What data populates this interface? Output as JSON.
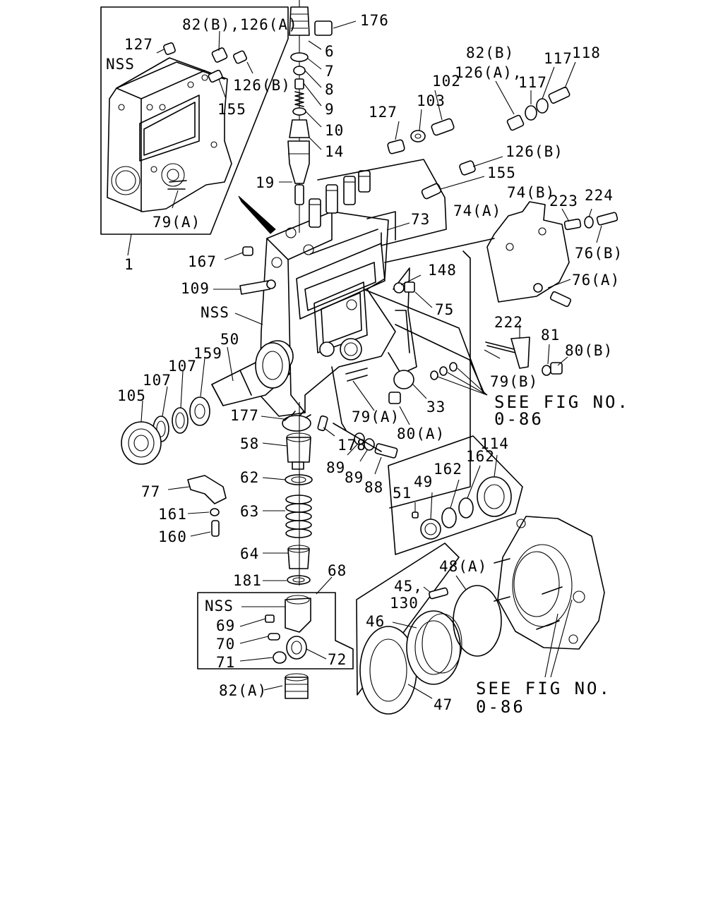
{
  "labels": {
    "l176": "176",
    "l82b_126a_top": "82(B),126(A)",
    "l127_top": "127",
    "l6": "6",
    "lnss_top": "NSS",
    "l7": "7",
    "l126b_top": "126(B)",
    "l8": "8",
    "l155_top": "155",
    "l9": "9",
    "l10": "10",
    "l14": "14",
    "l19": "19",
    "l79a_top": "79(A)",
    "l1": "1",
    "l82b_right": "82(B)",
    "l126a_right": "126(A),",
    "l117a": "117",
    "l117b": "117",
    "l118": "118",
    "l102": "102",
    "l103": "103",
    "l127_mid": "127",
    "l126b_right": "126(B)",
    "l155_right": "155",
    "l74b": "74(B)",
    "l223": "223",
    "l224": "224",
    "l74a": "74(A)",
    "l73": "73",
    "l76b": "76(B)",
    "l167": "167",
    "l76a": "76(A)",
    "l148": "148",
    "l109": "109",
    "l75": "75",
    "lnss_mid": "NSS",
    "l222": "222",
    "l81": "81",
    "l80b": "80(B)",
    "l50": "50",
    "l159": "159",
    "l107a": "107",
    "l107b": "107",
    "l105": "105",
    "l79b": "79(B)",
    "l33": "33",
    "l79a_mid": "79(A)",
    "l80a": "80(A)",
    "l177": "177",
    "l178": "178",
    "l58": "58",
    "l89a": "89",
    "l89b": "89",
    "l88": "88",
    "l62": "62",
    "l114": "114",
    "l162a": "162",
    "l162b": "162",
    "l49": "49",
    "l51": "51",
    "l77": "77",
    "l161": "161",
    "l63": "63",
    "l160": "160",
    "l64": "64",
    "l181": "181",
    "l68": "68",
    "l48a": "48(A)",
    "l45": "45,",
    "l130": "130",
    "lnss_low": "NSS",
    "l69": "69",
    "l46": "46",
    "l70": "70",
    "l71": "71",
    "l72": "72",
    "l82a": "82(A)",
    "l47": "47"
  },
  "notes": {
    "see1_line1": "SEE FIG NO.",
    "see1_line2": "0-86",
    "see2_line1": "SEE FIG NO.",
    "see2_line2": "0-86"
  }
}
